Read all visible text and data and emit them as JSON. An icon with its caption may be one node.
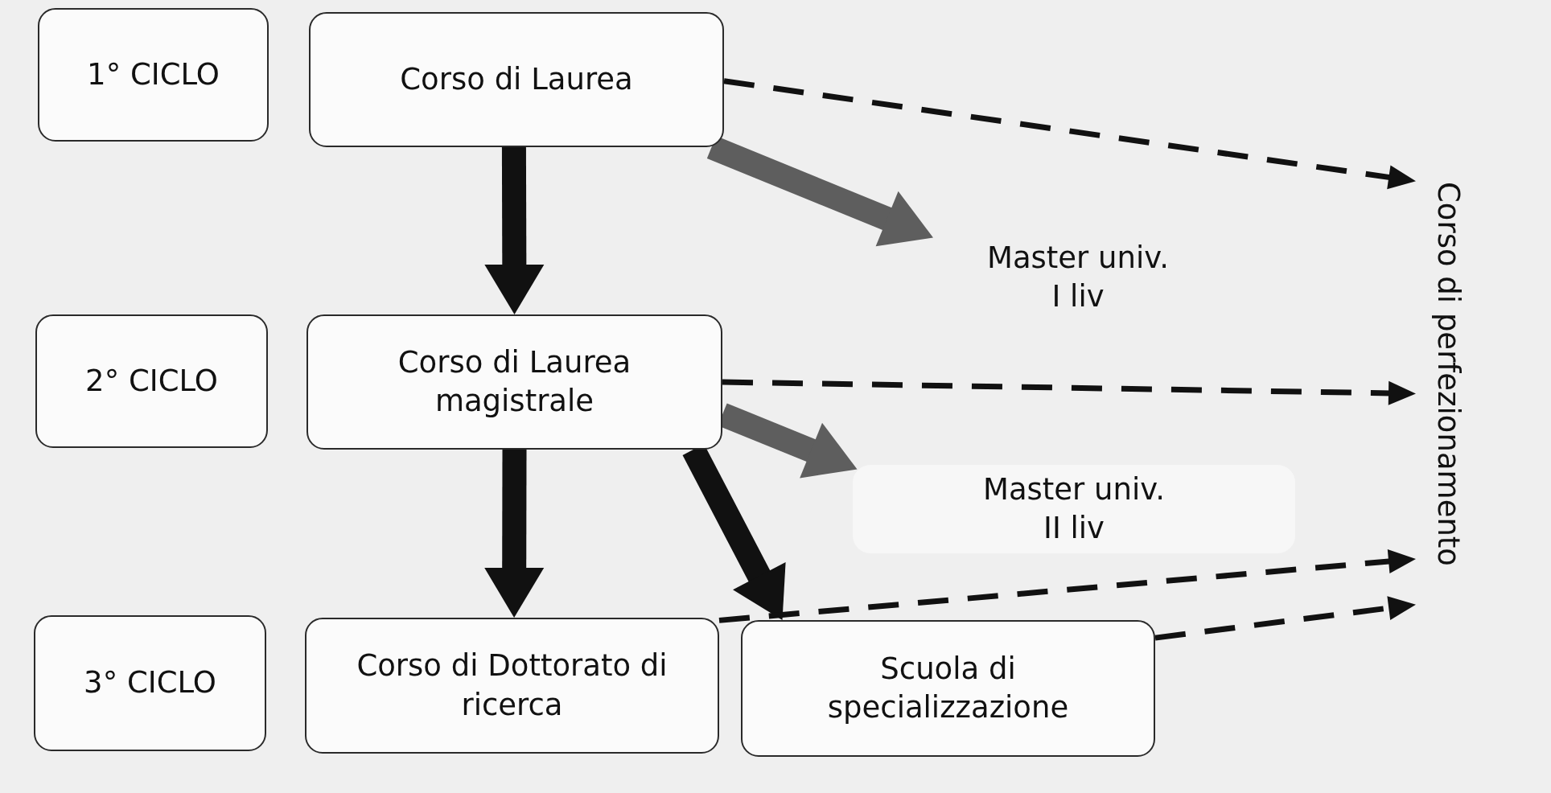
{
  "diagram": {
    "nodes": [
      {
        "text": [
          "1° CICLO"
        ]
      },
      {
        "text": [
          "Corso di Laurea"
        ]
      },
      {
        "text": [
          "2° CICLO"
        ]
      },
      {
        "text": [
          "Corso di Laurea magistrale"
        ]
      },
      {
        "text": [
          "3° CICLO"
        ]
      },
      {
        "text": [
          "Corso di Dottorato di ricerca"
        ]
      },
      {
        "text": [
          "Scuola di specializzazione"
        ]
      },
      {
        "text": [
          "Master univ. I liv"
        ]
      },
      {
        "text": [
          "Master univ. II liv"
        ]
      },
      {
        "text": [
          "Corso di perfezionamento"
        ]
      }
    ],
    "edges": [
      {
        "from": 1,
        "to": 3,
        "arrow": "to"
      },
      {
        "from": 3,
        "to": 5,
        "arrow": "to"
      },
      {
        "from": 1,
        "to": 7,
        "arrow": "to",
        "color": "#5e5e5e"
      },
      {
        "from": 3,
        "to": 8,
        "arrow": "to",
        "color": "#5e5e5e"
      },
      {
        "from": 3,
        "to": 6,
        "arrow": "to"
      },
      {
        "from": 1,
        "to": 9,
        "arrow": "to",
        "style": "dashed"
      },
      {
        "from": 3,
        "to": 9,
        "arrow": "to",
        "style": "dashed"
      },
      {
        "from": 5,
        "to": 9,
        "arrow": "to",
        "style": "dashed"
      },
      {
        "from": 6,
        "to": 9,
        "arrow": "to",
        "style": "dashed"
      }
    ]
  }
}
